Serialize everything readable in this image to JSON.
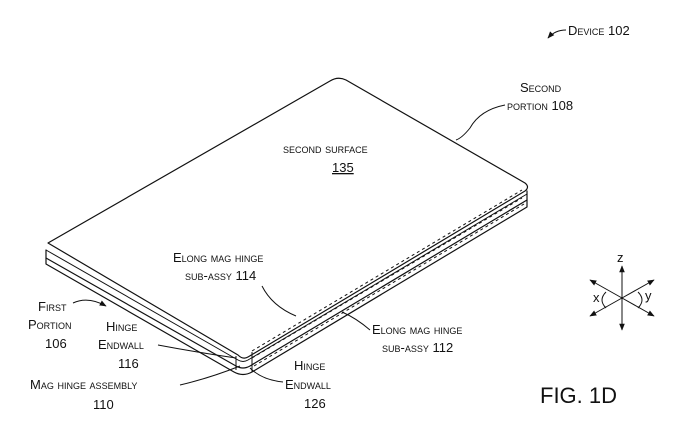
{
  "labels": {
    "device": "Device 102",
    "second_portion_1": "Second",
    "second_portion_2": "portion 108",
    "second_surface_1": "second surface",
    "second_surface_2": "135",
    "elong_114_1": "Elong mag hinge",
    "elong_114_2": "sub-assy 114",
    "elong_112_1": "Elong mag hinge",
    "elong_112_2": "sub-assy 112",
    "first_portion_1": "First",
    "first_portion_2": "Portion",
    "first_portion_3": "106",
    "hinge_116_1": "Hinge",
    "hinge_116_2": "Endwall",
    "hinge_116_3": "116",
    "mag_110_1": "Mag hinge assembly",
    "mag_110_2": "110",
    "hinge_126_1": "Hinge",
    "hinge_126_2": "Endwall",
    "hinge_126_3": "126",
    "axis_z": "z",
    "axis_x": "x",
    "axis_y": "y",
    "figure": "FIG. 1D"
  },
  "colors": {
    "ink": "#111111",
    "paper": "#ffffff"
  }
}
